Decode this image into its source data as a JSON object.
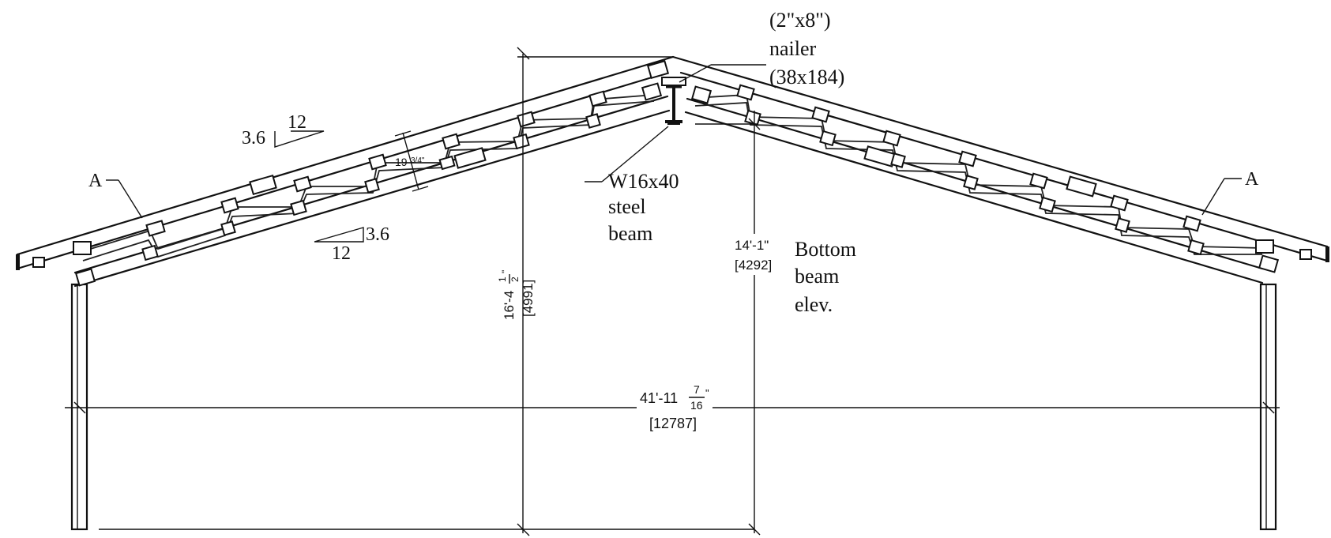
{
  "nailer": {
    "line1": "(2\"x8\")",
    "line2": "nailer",
    "line3": "(38x184)"
  },
  "beam": {
    "line1": "W16x40",
    "line2": "steel",
    "line3": "beam"
  },
  "bottom_elev": {
    "line1": "Bottom",
    "line2": "beam",
    "line3": "elev."
  },
  "slope_upper": {
    "rise": "3.6",
    "run": "12"
  },
  "slope_lower": {
    "rise": "3.6",
    "run": "12"
  },
  "section_left": "A",
  "section_right": "A",
  "dim_truss_depth": {
    "whole": "19",
    "frac": "3/4\""
  },
  "dim_ridge_height": {
    "main": "16'-4",
    "frac_num": "1",
    "frac_den": "2",
    "inch": "\"",
    "metric": "[4991]"
  },
  "dim_beam_height": {
    "main": "14'-1\"",
    "metric": "[4292]"
  },
  "dim_span": {
    "main": "41'-11",
    "frac_num": "7",
    "frac_den": "16",
    "inch": "\"",
    "metric": "[12787]"
  }
}
